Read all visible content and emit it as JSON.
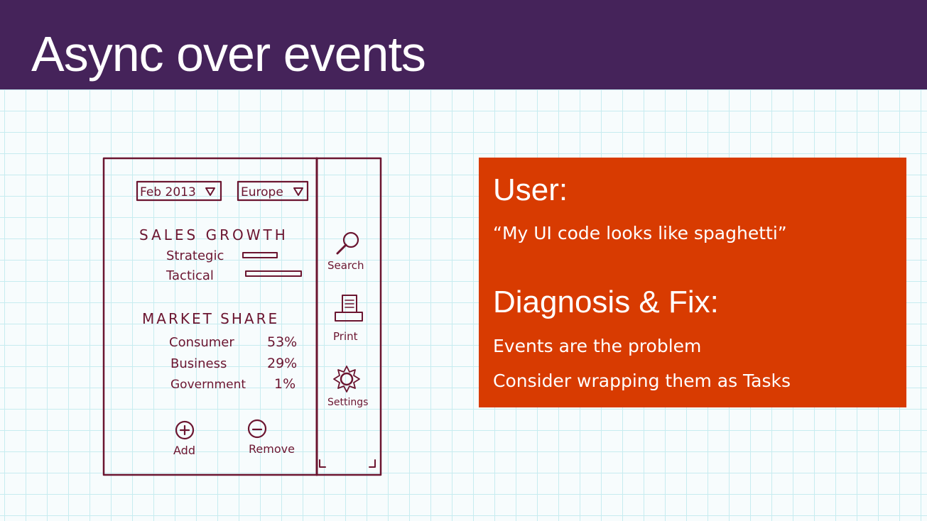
{
  "slide": {
    "title": "Async over events"
  },
  "sketch": {
    "date_dropdown": "Feb 2013",
    "region_dropdown": "Europe",
    "sales_growth": {
      "heading": "SALES GROWTH",
      "rows": [
        "Strategic",
        "Tactical"
      ]
    },
    "market_share": {
      "heading": "MARKET SHARE",
      "rows": [
        {
          "label": "Consumer",
          "value": "53%"
        },
        {
          "label": "Business",
          "value": "29%"
        },
        {
          "label": "Government",
          "value": "1%"
        }
      ]
    },
    "add_label": "Add",
    "remove_label": "Remove",
    "search_label": "Search",
    "print_label": "Print",
    "settings_label": "Settings"
  },
  "panel": {
    "user_heading": "User:",
    "user_quote": "“My UI code looks like spaghetti”",
    "diagnosis_heading": "Diagnosis & Fix:",
    "lines": [
      "Events are the problem",
      "Consider wrapping them as Tasks"
    ]
  },
  "colors": {
    "header_bg": "#45235a",
    "panel_bg": "#d83b01",
    "sketch_ink": "#6b1530",
    "grid_line": "#c7ecf0"
  }
}
